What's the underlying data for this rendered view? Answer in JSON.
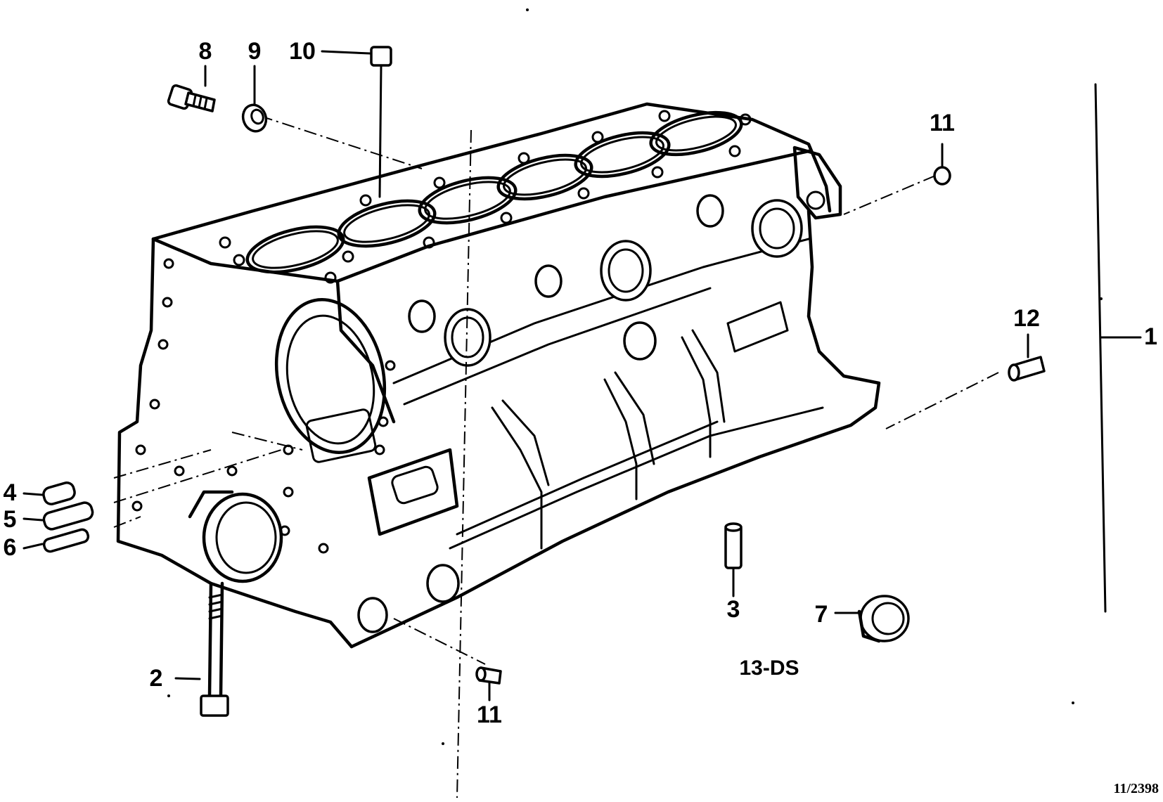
{
  "diagram": {
    "callouts": [
      {
        "id": "c1",
        "text": "1"
      },
      {
        "id": "c2",
        "text": "2"
      },
      {
        "id": "c3",
        "text": "3"
      },
      {
        "id": "c4",
        "text": "4"
      },
      {
        "id": "c5",
        "text": "5"
      },
      {
        "id": "c6",
        "text": "6"
      },
      {
        "id": "c7",
        "text": "7"
      },
      {
        "id": "c8",
        "text": "8"
      },
      {
        "id": "c9",
        "text": "9"
      },
      {
        "id": "c10",
        "text": "10"
      },
      {
        "id": "c11a",
        "text": "11"
      },
      {
        "id": "c11b",
        "text": "11"
      },
      {
        "id": "c12",
        "text": "12"
      }
    ],
    "engine_code": "13-DS",
    "reference": "11/2398"
  }
}
